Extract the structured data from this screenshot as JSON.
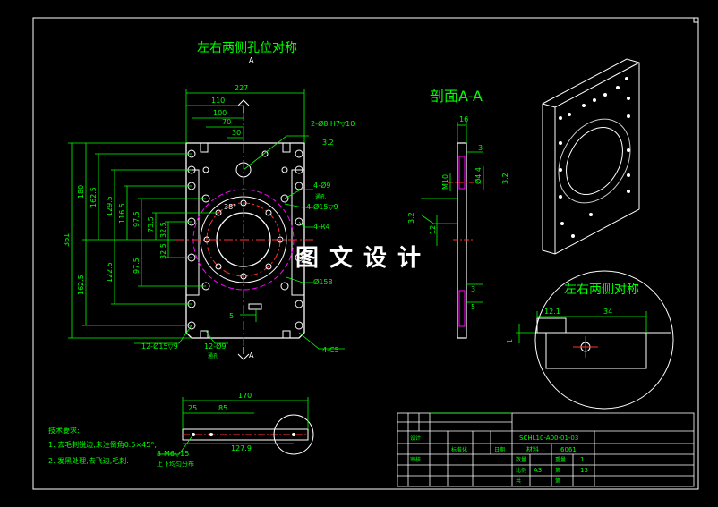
{
  "titles": {
    "front_view": "左右两侧孔位对称",
    "section_view": "剖面A-A",
    "detail_view": "左右两侧对称",
    "section_marker": "A"
  },
  "front_dims": {
    "width_total": "227",
    "w110": "110",
    "w100": "100",
    "w70": "70",
    "w30": "30",
    "h361": "361",
    "h180": "180",
    "h162_5_top": "162.5",
    "h129_5": "129.5",
    "h116_5": "116.5",
    "h97_5_top": "97.5",
    "h73_5": "73.5",
    "h32_5_top": "32.5",
    "h32_5_mid": "32.5",
    "h97_5_bot": "97.5",
    "h122_5": "122.5",
    "h162_5_bot": "162.5",
    "angle": "38°",
    "dim5": "5"
  },
  "front_notes": {
    "holes_h7": "2-Ø8 H7▽10",
    "rough": "3.2",
    "holes_9": "4-Ø9",
    "thru": "通孔",
    "holes_15": "4-Ø15▽9",
    "radius": "4-R4",
    "bore": "Ø158",
    "holes_15_12": "12-Ø15▽9",
    "holes_9_12": "12-Ø9",
    "thru2": "通孔",
    "chamfer": "4-C5"
  },
  "section_dims": {
    "t16": "16",
    "t3": "3",
    "m10": "M10",
    "phi": "Ø4.4",
    "r32": "3.2",
    "r32b": "3.2",
    "d12": "12",
    "d3": "3",
    "d5": "5"
  },
  "detail_dims": {
    "d12_1": "12.1",
    "d34": "34",
    "d1": "1"
  },
  "bottom_view": {
    "d170": "170",
    "d25": "25",
    "d85": "85",
    "d127_9": "127.9",
    "note_tap": "3-M6▽15",
    "note_tap2": "上下均匀分布"
  },
  "tech_notes": {
    "title": "技术要求:",
    "line1": "1. 去毛刺锐边,未注倒角0.5×45°;",
    "line2": "2. 发黑处理,去飞边,毛刺."
  },
  "title_block": {
    "drawing_no": "SCHL10-A00-01-03",
    "material": "材料",
    "material_value": "6061",
    "scale": "1",
    "size": "A3",
    "sheet": "13",
    "c_design": "设计",
    "c_check": "审核",
    "c_std": "标准化",
    "c_date": "日期",
    "c_qty": "数量",
    "c_weight": "重量",
    "c_ratio": "比例",
    "c_total": "共",
    "c_page": "第"
  },
  "watermark": "图文设计",
  "colors": {
    "outline": "#ffffff",
    "dim": "#00ff00",
    "center": "#ff3030",
    "hidden": "#ffff00",
    "text": "#00ff00",
    "phantom": "#ff00ff"
  }
}
